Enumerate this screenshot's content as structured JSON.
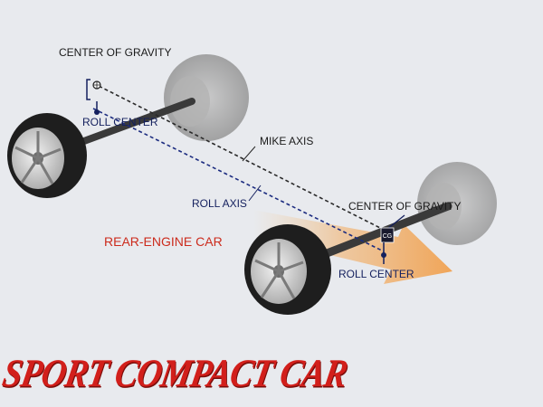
{
  "labels": {
    "front_cg": "CENTER OF GRAVITY",
    "front_roll_center": "ROLL CENTER",
    "mike_axis": "MIKE AXIS",
    "roll_axis": "ROLL AXIS",
    "rear_cg": "CENTER OF GRAVITY",
    "rear_roll_center": "ROLL CENTER",
    "title": "REAR-ENGINE CAR",
    "marker": "CG"
  },
  "brand": {
    "logo_text": "SPORT COMPACT CAR"
  },
  "colors": {
    "background": "#e8eaee",
    "tire": "#1e1e1e",
    "ghost_tire": "#9a9a9a",
    "axle": "#3a3a3a",
    "mike_axis": "#2a2a2a",
    "roll_axis": "#1c2c80",
    "arrow": "#f2a654",
    "title": "#cc2b1c",
    "logo": "#d21f1b"
  }
}
